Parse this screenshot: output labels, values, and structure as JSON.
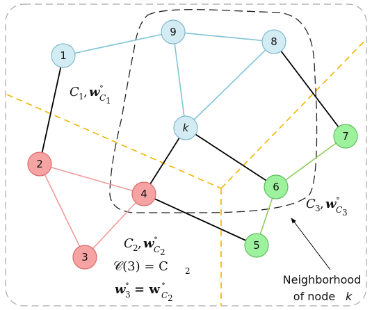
{
  "colors": {
    "blue_node": "#d3ecf3",
    "blue_stroke": "#7fb8cc",
    "blue_edge": "#7fc4d6",
    "red_node": "#f6a3a3",
    "red_stroke": "#d96a6a",
    "red_edge": "#f09a9a",
    "green_node": "#9ef29e",
    "green_stroke": "#5cbf5c",
    "green_edge": "#8dcc5a",
    "black_edge": "#000000",
    "divider": "#f0b400",
    "outline": "#9a9a9a"
  },
  "nodes": [
    {
      "id": "1",
      "label": "1",
      "cluster": "blue"
    },
    {
      "id": "9",
      "label": "9",
      "cluster": "blue"
    },
    {
      "id": "8",
      "label": "8",
      "cluster": "blue"
    },
    {
      "id": "k",
      "label": "k",
      "cluster": "blue",
      "italic": true
    },
    {
      "id": "2",
      "label": "2",
      "cluster": "red"
    },
    {
      "id": "4",
      "label": "4",
      "cluster": "red"
    },
    {
      "id": "3",
      "label": "3",
      "cluster": "red"
    },
    {
      "id": "7",
      "label": "7",
      "cluster": "green"
    },
    {
      "id": "6",
      "label": "6",
      "cluster": "green"
    },
    {
      "id": "5",
      "label": "5",
      "cluster": "green"
    }
  ],
  "edges": [
    {
      "from": "1",
      "to": "9",
      "kind": "blue"
    },
    {
      "from": "9",
      "to": "8",
      "kind": "blue"
    },
    {
      "from": "9",
      "to": "k",
      "kind": "blue"
    },
    {
      "from": "8",
      "to": "k",
      "kind": "blue"
    },
    {
      "from": "1",
      "to": "2",
      "kind": "black"
    },
    {
      "from": "8",
      "to": "7",
      "kind": "black"
    },
    {
      "from": "k",
      "to": "4",
      "kind": "black"
    },
    {
      "from": "k",
      "to": "6",
      "kind": "black"
    },
    {
      "from": "4",
      "to": "5",
      "kind": "black"
    },
    {
      "from": "2",
      "to": "4",
      "kind": "red"
    },
    {
      "from": "2",
      "to": "3",
      "kind": "red"
    },
    {
      "from": "3",
      "to": "4",
      "kind": "red"
    },
    {
      "from": "6",
      "to": "7",
      "kind": "green"
    },
    {
      "from": "6",
      "to": "5",
      "kind": "green"
    }
  ],
  "labels": {
    "c1": {
      "main": "C",
      "sub": "1",
      "w": "w",
      "wsup": "∘",
      "wsub": "C",
      "wsubsub": "1"
    },
    "c2": {
      "main": "C",
      "sub": "2",
      "w": "w",
      "wsup": "∘",
      "wsub": "C",
      "wsubsub": "2"
    },
    "c3": {
      "main": "C",
      "sub": "3",
      "w": "w",
      "wsup": "∘",
      "wsub": "C",
      "wsubsub": "3"
    },
    "assign": "𝒞(3) = C",
    "assign_sub": "2",
    "weight_lhs": "w",
    "weight_lhs_sub": "3",
    "weight_lhs_sup": "∘",
    "weight_rhs": "= w",
    "neighborhood_line1": "Neighborhood",
    "neighborhood_line2": "of node",
    "neighborhood_k": "k"
  }
}
